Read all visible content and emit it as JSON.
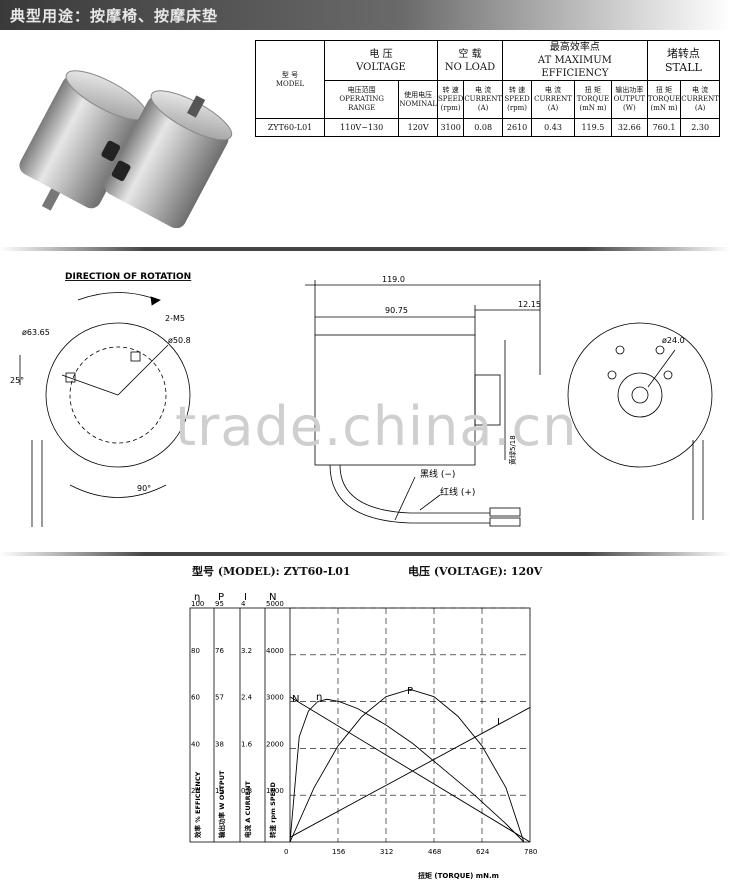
{
  "header": {
    "usage": "典型用途：按摩椅、按摩床垫"
  },
  "spec_table": {
    "model_cn": "型 号",
    "model_en": "MODEL",
    "voltage_cn": "电 压",
    "voltage_en": "VOLTAGE",
    "noload_cn": "空 载",
    "noload_en": "NO LOAD",
    "maxeff_cn": "最高效率点",
    "maxeff_en": "AT MAXIMUM EFFICIENCY",
    "stall_cn": "堵转点",
    "stall_en": "STALL",
    "sub": {
      "op_range_cn": "电压范围",
      "op_range_en": "OPERATING RANGE",
      "nominal_cn": "使用电压",
      "nominal_en": "NOMINAL",
      "speed_cn": "转 速",
      "speed_en": "SPEED",
      "speed_unit": "(rpm)",
      "current_cn": "电 流",
      "current_en": "CURRENT",
      "current_unit": "(A)",
      "torque_cn": "扭 矩",
      "torque_en": "TORQUE",
      "torque_unit": "(mN m)",
      "output_cn": "输出功率",
      "output_en": "OUTPUT",
      "output_unit": "(W)"
    },
    "row": {
      "model": "ZYT60-L01",
      "op_range": "110V~130",
      "nominal": "120V",
      "nl_speed": "3100",
      "nl_current": "0.08",
      "me_speed": "2610",
      "me_current": "0.43",
      "me_torque": "119.5",
      "me_output": "32.66",
      "st_torque": "760.1",
      "st_current": "2.30"
    }
  },
  "drawing": {
    "direction_label": "DIRECTION OF ROTATION",
    "d1": "ø63.65",
    "d2": "2-M5",
    "d3": "ø50.8",
    "angle1": "25°",
    "angle2": "90°",
    "len_total": "119.0",
    "len_body": "90.75",
    "len_shaft": "12.15",
    "d_shaft": "ø24.0",
    "black_wire": "黑线 (−)",
    "red_wire": "红线 (+)",
    "side_note": "黄绿5/18"
  },
  "watermark": "trade.china.cn",
  "graph_header": {
    "model_label": "型号 (MODEL):",
    "model_value": "ZYT60-L01",
    "voltage_label": "电压 (VOLTAGE):",
    "voltage_value": "120V"
  },
  "chart_data": {
    "type": "line",
    "title": "",
    "xlabel": "扭矩 (TORQUE) mN.m",
    "x_ticks": [
      0,
      156,
      312,
      468,
      624,
      780
    ],
    "xlim": [
      0,
      780
    ],
    "axis_symbols": [
      "η",
      "P",
      "I",
      "N"
    ],
    "y_axes": [
      {
        "symbol": "η",
        "label": "效率 % EFFICIENCY",
        "ticks": [
          20,
          40,
          60,
          80,
          100
        ]
      },
      {
        "symbol": "P",
        "label": "输出功率 W OUTPUT",
        "ticks": [
          19,
          38,
          57,
          76,
          95
        ]
      },
      {
        "symbol": "I",
        "label": "电流 A CURRENT",
        "ticks": [
          0.8,
          1.6,
          2.4,
          3.2,
          4
        ]
      },
      {
        "symbol": "N",
        "label": "转速 rpm SPEED",
        "ticks": [
          1000,
          2000,
          3000,
          4000,
          5000
        ]
      }
    ],
    "series": [
      {
        "name": "N",
        "scale_axis": "N",
        "x": [
          0,
          780
        ],
        "y": [
          3100,
          0
        ]
      },
      {
        "name": "I",
        "scale_axis": "I",
        "x": [
          0,
          780
        ],
        "y": [
          0.08,
          2.3
        ]
      },
      {
        "name": "P",
        "scale_axis": "P",
        "x": [
          0,
          78,
          156,
          234,
          312,
          390,
          468,
          546,
          624,
          702,
          760
        ],
        "y": [
          0,
          22,
          39,
          51,
          59,
          62,
          59,
          51,
          39,
          22,
          0
        ]
      },
      {
        "name": "η",
        "scale_axis": "η",
        "x": [
          0,
          30,
          60,
          90,
          120,
          160,
          220,
          312,
          400,
          500,
          600,
          700,
          760
        ],
        "y": [
          0,
          45,
          56,
          60,
          61,
          60,
          57,
          50,
          42,
          31,
          20,
          8,
          0
        ]
      }
    ],
    "grid": true
  }
}
